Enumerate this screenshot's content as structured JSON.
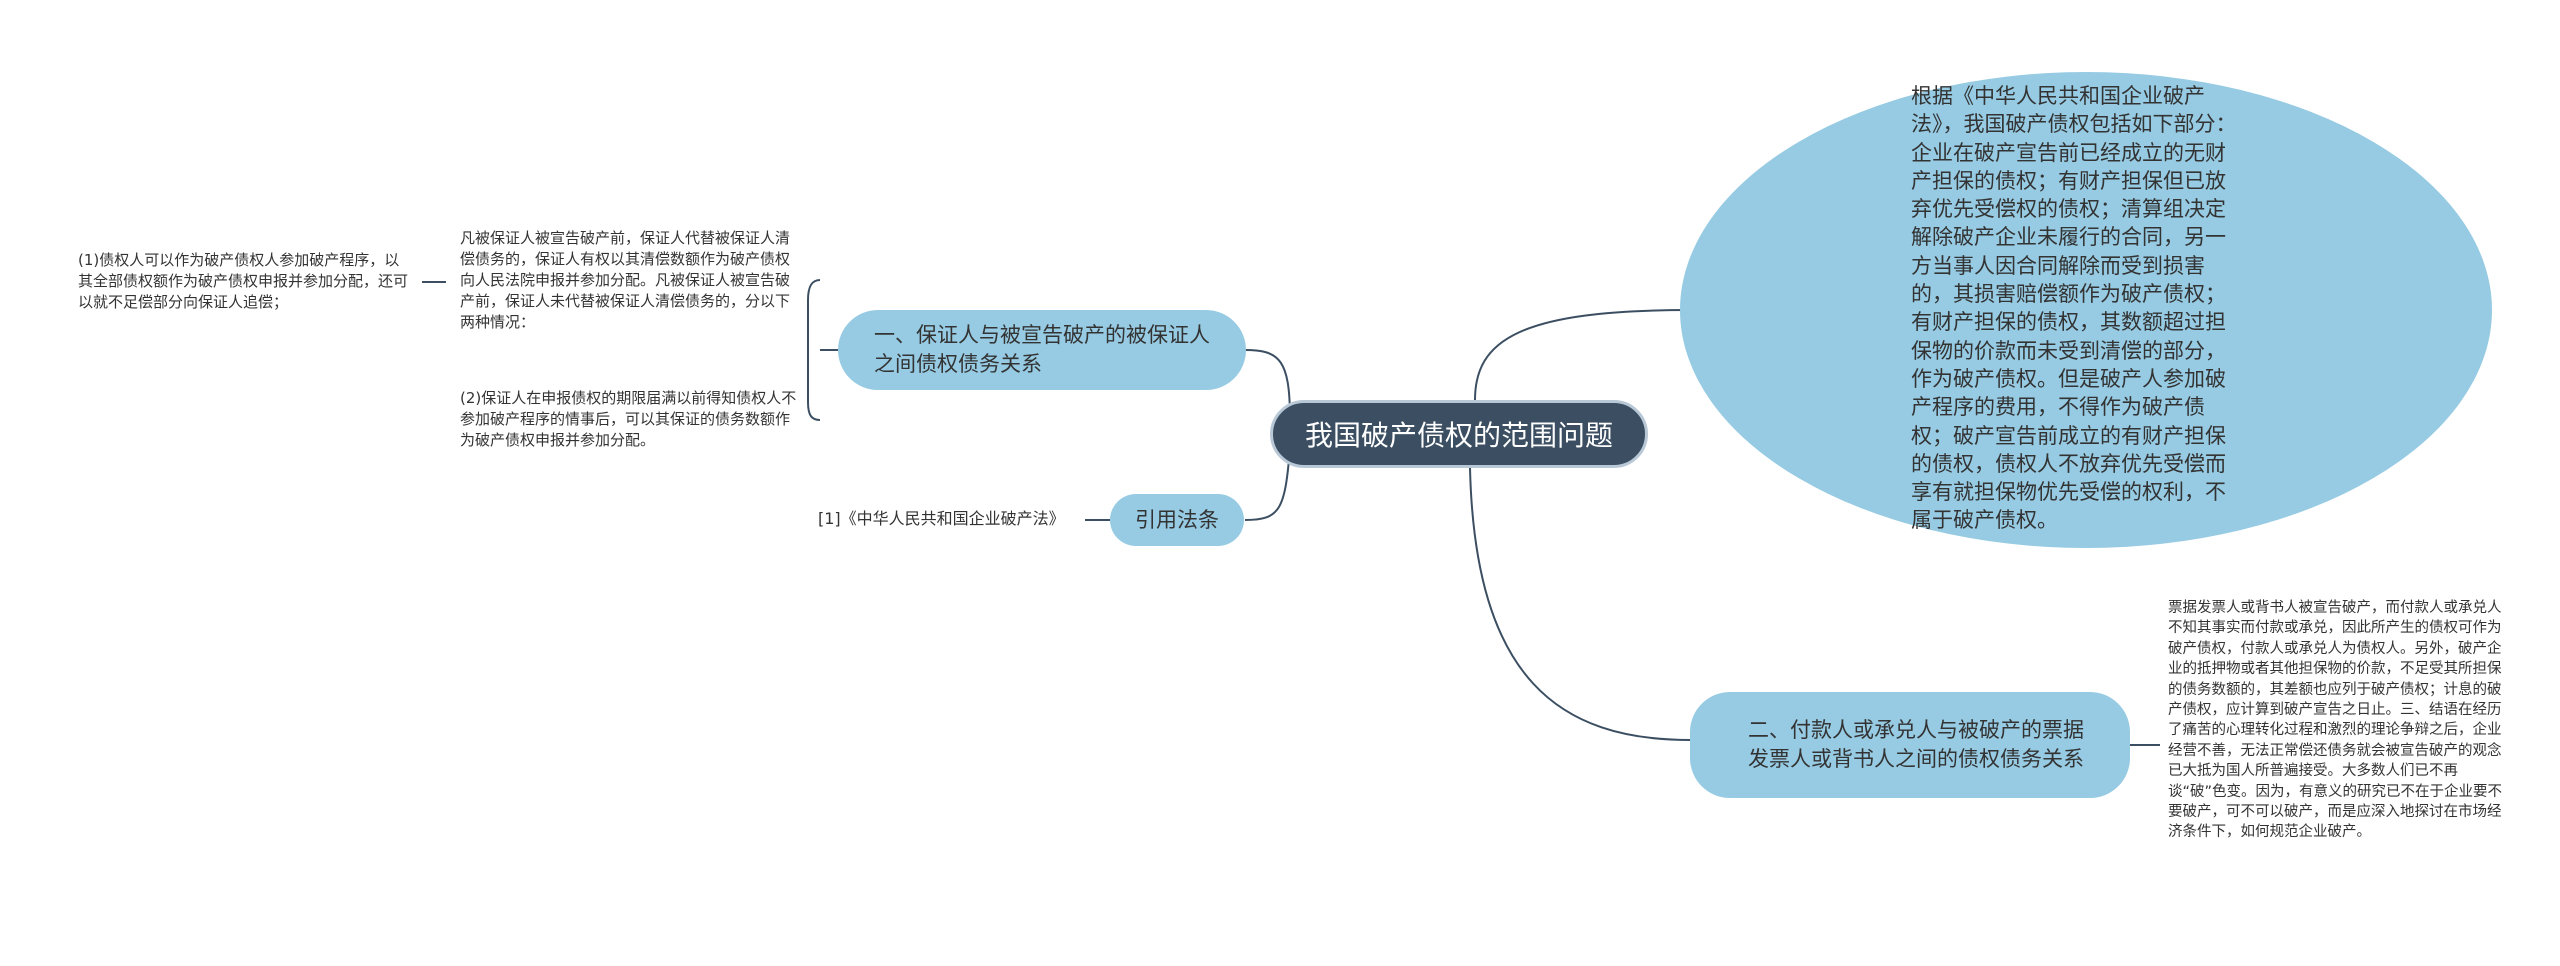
{
  "root": {
    "title": "我国破产债权的范围问题"
  },
  "right_top": {
    "text": "根据《中华人民共和国企业破产法》，我国破产债权包括如下部分：企业在破产宣告前已经成立的无财产担保的债权；有财产担保但已放弃优先受偿权的债权；清算组决定解除破产企业未履行的合同，另一方当事人因合同解除而受到损害的，其损害赔偿额作为破产债权；有财产担保的债权，其数额超过担保物的价款而未受到清偿的部分，作为破产债权。但是破产人参加破产程序的费用，不得作为破产债权；破产宣告前成立的有财产担保的债权，债权人不放弃优先受偿而享有就担保物优先受偿的权利，不属于破产债权。"
  },
  "right_bottom": {
    "label": "二、付款人或承兑人与被破产的票据发票人或背书人之间的债权债务关系",
    "detail": "票据发票人或背书人被宣告破产，而付款人或承兑人不知其事实而付款或承兑，因此所产生的债权可作为破产债权，付款人或承兑人为债权人。另外，破产企业的抵押物或者其他担保物的价款，不足受其所担保的债务数额的，其差额也应列于破产债权；计息的破产债权，应计算到破产宣告之日止。三、结语在经历了痛苦的心理转化过程和激烈的理论争辩之后，企业经营不善，无法正常偿还债务就会被宣告破产的观念已大抵为国人所普遍接受。大多数人们已不再谈“破”色变。因为，有意义的研究已不在于企业要不要破产，可不可以破产，而是应深入地探讨在市场经济条件下，如何规范企业破产。"
  },
  "left_top": {
    "label": "一、保证人与被宣告破产的被保证人之间债权债务关系",
    "intro": "凡被保证人被宣告破产前，保证人代替被保证人清偿债务的，保证人有权以其清偿数额作为破产债权向人民法院申报并参加分配。凡被保证人被宣告破产前，保证人未代替被保证人清偿债务的，分以下两种情况：",
    "case1": "(1)债权人可以作为破产债权人参加破产程序，以其全部债权额作为破产债权申报并参加分配，还可以就不足偿部分向保证人追偿；",
    "case2": "(2)保证人在申报债权的期限届满以前得知债权人不参加破产程序的情事后，可以其保证的债务数额作为破产债权申报并参加分配。"
  },
  "left_bottom": {
    "label": "引用法条",
    "ref": "[1]《中华人民共和国企业破产法》"
  },
  "colors": {
    "root_fill": "#3c4f62",
    "topic_fill": "#96cbe3",
    "link": "#3c4f62"
  }
}
